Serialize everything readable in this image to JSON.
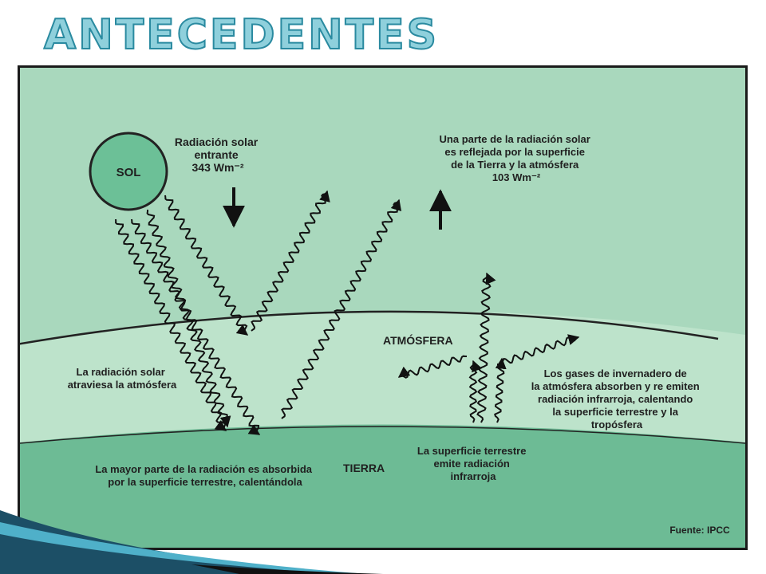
{
  "slide": {
    "title": "ANTECEDENTES"
  },
  "diagram": {
    "sun_label": "SOL",
    "incoming_label": [
      "Radiación solar",
      "entrante",
      "343 Wm⁻²"
    ],
    "reflected_label": [
      "Una parte de la radiación solar",
      "es reflejada por la superficie",
      "de la Tierra y la atmósfera",
      "103 Wm⁻²"
    ],
    "atmosphere_label": "ATMÓSFERA",
    "passes_label": [
      "La radiación solar",
      "atraviesa la atmósfera"
    ],
    "greenhouse_label": [
      "Los gases de invernadero de",
      "la atmósfera absorben y re emiten",
      "radiación infrarroja, calentando",
      "la superficie terrestre y la",
      "tropósfera"
    ],
    "absorbed_label": [
      "La mayor parte de la radiación es absorbida",
      "por la superficie terrestre, calentándola"
    ],
    "earth_label": "TIERRA",
    "emits_label": [
      "La superficie terrestre",
      "emite radiación",
      "infrarroja"
    ],
    "source_label": "Fuente: IPCC",
    "colors": {
      "space": "#a9d8bd",
      "atmosphere": "#bde3cb",
      "earth": "#6dbb95",
      "sun": "#6cc097",
      "title_fill": "#8fd0dc",
      "title_stroke": "#2a8aa0"
    }
  }
}
